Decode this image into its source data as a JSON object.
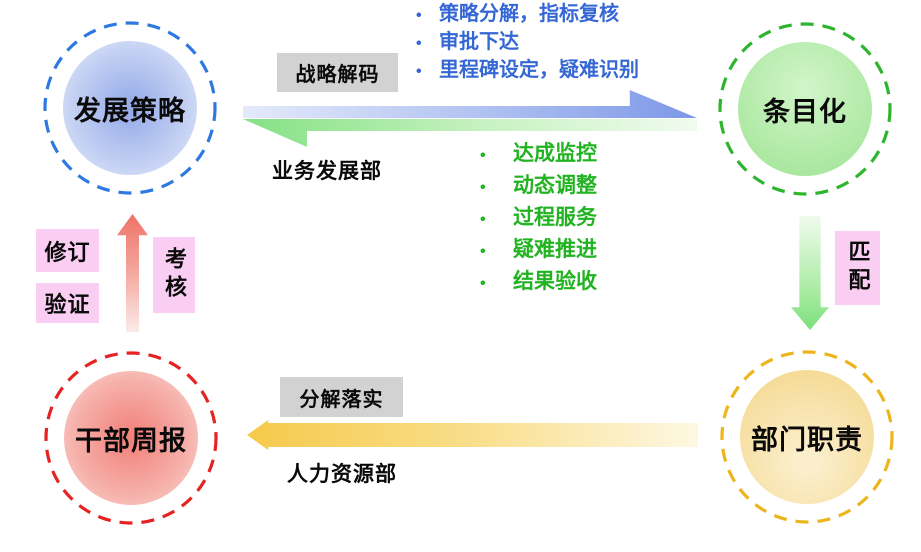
{
  "nodes": {
    "development_strategy": {
      "label": "发展策略",
      "ring_color": "#2E79DF",
      "fill": "blue-gradient"
    },
    "itemization": {
      "label": "条目化",
      "ring_color": "#2DB52D",
      "fill": "green-gradient"
    },
    "department_duties": {
      "label": "部门职责",
      "ring_color": "#ECB51D",
      "fill": "yellow-gradient"
    },
    "cadre_weekly_report": {
      "label": "干部周报",
      "ring_color": "#E62222",
      "fill": "red-gradient"
    }
  },
  "arrows": {
    "strategy_decode": {
      "direction": "right",
      "color": "#7D97E6",
      "box_label": "战略解码",
      "bullets": [
        "策略分解，指标复核",
        "审批下达",
        "里程碑设定，疑难识别"
      ]
    },
    "business_feedback": {
      "direction": "left",
      "color": "#84E184",
      "dept_label": "业务发展部",
      "bullets": [
        "达成监控",
        "动态调整",
        "过程服务",
        "疑难推进",
        "结果验收"
      ]
    },
    "match": {
      "direction": "down",
      "color": "#7ADF7A",
      "box_label": "匹配"
    },
    "decompose_implement": {
      "direction": "left",
      "color": "#F5C94A",
      "box_label": "分解落实",
      "dept_label": "人力资源部"
    },
    "assessment": {
      "direction": "up",
      "color": "#EE7267",
      "box_label": "考核",
      "side_labels": [
        "修订",
        "验证"
      ]
    }
  },
  "icons": {
    "bullet": "•"
  },
  "colors": {
    "blue_text": "#3568D4",
    "green_text": "#22B322",
    "gray_box_bg": "#D2D2D2",
    "pink_box_bg": "#FACDF3",
    "background": "#FFFFFF"
  }
}
